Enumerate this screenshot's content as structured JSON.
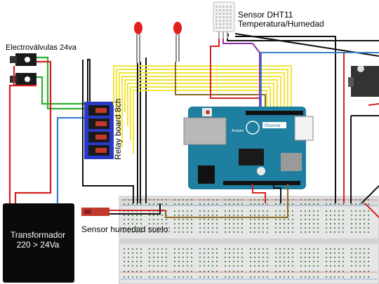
{
  "labels": {
    "valves": "Electroválvulas 24va",
    "dht_line1": "Sensor DHT11",
    "dht_line2": "Temperatura/Humedad",
    "soil": "Sensor humedad suelo:",
    "relay": "Relay board 8ch",
    "transformer_line1": "Transformador",
    "transformer_line2": "220 > 24Va",
    "board_brand": "Arduino",
    "board_tag": "Ethernet"
  },
  "colors": {
    "wire_yellow": "#f2e53a",
    "wire_black": "#111111",
    "wire_red": "#d42020",
    "wire_green": "#2fb02f",
    "wire_blue": "#3a7fd4",
    "wire_purple": "#8e2fa8",
    "wire_brown": "#8a6a1e",
    "board_teal": "#1e7fa0",
    "relay_blue": "#2a3ac8",
    "breadboard": "#e8e8e8"
  }
}
